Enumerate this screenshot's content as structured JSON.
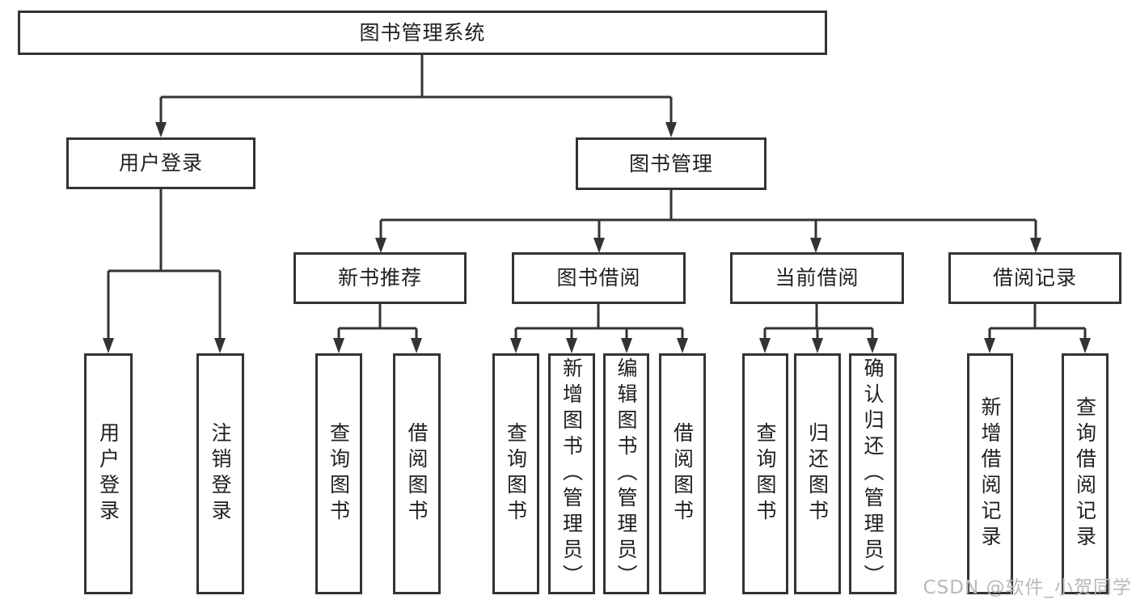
{
  "diagram": {
    "root": {
      "label": "图书管理系统",
      "children": [
        {
          "label": "用户登录",
          "children": [
            {
              "label": "用户登录"
            },
            {
              "label": "注销登录"
            }
          ]
        },
        {
          "label": "图书管理",
          "children": [
            {
              "label": "新书推荐",
              "children": [
                {
                  "label": "查询图书"
                },
                {
                  "label": "借阅图书"
                }
              ]
            },
            {
              "label": "图书借阅",
              "children": [
                {
                  "label": "查询图书"
                },
                {
                  "label": "新增图书（管理员）"
                },
                {
                  "label": "编辑图书（管理员）"
                },
                {
                  "label": "借阅图书"
                }
              ]
            },
            {
              "label": "当前借阅",
              "children": [
                {
                  "label": "查询图书"
                },
                {
                  "label": "归还图书"
                },
                {
                  "label": "确认归还（管理员）"
                }
              ]
            },
            {
              "label": "借阅记录",
              "children": [
                {
                  "label": "新增借阅记录"
                },
                {
                  "label": "查询借阅记录"
                }
              ]
            }
          ]
        }
      ]
    }
  },
  "watermark": "CSDN @软件_小贺同学",
  "colors": {
    "line": "#333333",
    "text": "#1f1f1f",
    "watermark": "#b9b9b9",
    "background": "#ffffff"
  }
}
